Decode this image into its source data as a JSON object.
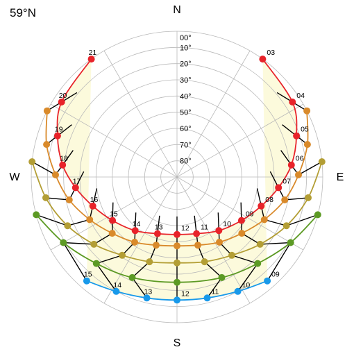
{
  "latitude_label": "59°N",
  "compass": {
    "north": "N",
    "east": "E",
    "south": "S",
    "west": "W"
  },
  "altitude_labels": [
    "00°",
    "10°",
    "20°",
    "30°",
    "40°",
    "50°",
    "60°",
    "70°",
    "80°"
  ],
  "colors": {
    "band_fill": "#fcfadc",
    "grid": "#b9b9b9",
    "hour_line": "#000000",
    "june": "#e8232a",
    "may_july": "#d98a2b",
    "apr_aug": "#b39e35",
    "mar_sep": "#5c9a24",
    "feb_oct": "#1899ea"
  },
  "chart_data": {
    "type": "polar-sunpath",
    "title": "59°N",
    "radial_axis": "altitude (00° at rim, 90° at centre)",
    "angular_axis": "azimuth (N top, E right, S bottom, W left)",
    "paths": [
      {
        "color": "#e8232a",
        "hour_labels": true,
        "points": [
          {
            "hour": "03",
            "az": 36,
            "alt": 0
          },
          {
            "hour": "04",
            "az": 57,
            "alt": 5
          },
          {
            "hour": "05",
            "az": 71,
            "alt": 12
          },
          {
            "hour": "06",
            "az": 84,
            "alt": 19
          },
          {
            "hour": "07",
            "az": 96,
            "alt": 27
          },
          {
            "hour": "08",
            "az": 109,
            "alt": 35
          },
          {
            "hour": "09",
            "az": 124,
            "alt": 42
          },
          {
            "hour": "10",
            "az": 142,
            "alt": 48
          },
          {
            "hour": "11",
            "az": 161,
            "alt": 53
          },
          {
            "hour": "12",
            "az": 180,
            "alt": 54.5
          },
          {
            "hour": "13",
            "az": 199,
            "alt": 53
          },
          {
            "hour": "14",
            "az": 218,
            "alt": 48
          },
          {
            "hour": "15",
            "az": 236,
            "alt": 42
          },
          {
            "hour": "16",
            "az": 251,
            "alt": 35
          },
          {
            "hour": "17",
            "az": 264,
            "alt": 27
          },
          {
            "hour": "18",
            "az": 276,
            "alt": 19
          },
          {
            "hour": "19",
            "az": 289,
            "alt": 12
          },
          {
            "hour": "20",
            "az": 303,
            "alt": 5
          },
          {
            "hour": "21",
            "az": 324,
            "alt": 0
          }
        ]
      },
      {
        "color": "#d98a2b",
        "hour_labels": false,
        "points": [
          {
            "az": 63,
            "alt": 0
          },
          {
            "az": 76,
            "alt": 7
          },
          {
            "az": 89,
            "alt": 15
          },
          {
            "az": 102,
            "alt": 22
          },
          {
            "az": 116,
            "alt": 30
          },
          {
            "az": 131,
            "alt": 37
          },
          {
            "az": 147,
            "alt": 42
          },
          {
            "az": 163,
            "alt": 46
          },
          {
            "az": 180,
            "alt": 47.5
          },
          {
            "az": 197,
            "alt": 46
          },
          {
            "az": 213,
            "alt": 42
          },
          {
            "az": 229,
            "alt": 37
          },
          {
            "az": 244,
            "alt": 30
          },
          {
            "az": 258,
            "alt": 22
          },
          {
            "az": 271,
            "alt": 15
          },
          {
            "az": 284,
            "alt": 7
          },
          {
            "az": 297,
            "alt": 0
          }
        ]
      },
      {
        "color": "#b39e35",
        "hour_labels": false,
        "points": [
          {
            "az": 84,
            "alt": 0
          },
          {
            "az": 99,
            "alt": 8
          },
          {
            "az": 114,
            "alt": 16
          },
          {
            "az": 129,
            "alt": 24
          },
          {
            "az": 145,
            "alt": 31
          },
          {
            "az": 162,
            "alt": 35
          },
          {
            "az": 180,
            "alt": 37
          },
          {
            "az": 198,
            "alt": 35
          },
          {
            "az": 215,
            "alt": 31
          },
          {
            "az": 231,
            "alt": 24
          },
          {
            "az": 246,
            "alt": 16
          },
          {
            "az": 261,
            "alt": 8
          },
          {
            "az": 276,
            "alt": 0
          }
        ]
      },
      {
        "color": "#5c9a24",
        "hour_labels": false,
        "points": [
          {
            "az": 105,
            "alt": 0
          },
          {
            "az": 120,
            "alt": 9
          },
          {
            "az": 137,
            "alt": 17
          },
          {
            "az": 156,
            "alt": 22
          },
          {
            "az": 180,
            "alt": 25
          },
          {
            "az": 204,
            "alt": 22
          },
          {
            "az": 223,
            "alt": 17
          },
          {
            "az": 240,
            "alt": 9
          },
          {
            "az": 255,
            "alt": 0
          }
        ]
      },
      {
        "color": "#1899ea",
        "hour_labels": true,
        "points": [
          {
            "hour": "09",
            "az": 139,
            "alt": 5
          },
          {
            "hour": "10",
            "az": 152,
            "alt": 10
          },
          {
            "hour": "11",
            "az": 166,
            "alt": 13
          },
          {
            "hour": "12",
            "az": 180,
            "alt": 14
          },
          {
            "hour": "13",
            "az": 194,
            "alt": 13
          },
          {
            "hour": "14",
            "az": 208,
            "alt": 10
          },
          {
            "hour": "15",
            "az": 221,
            "alt": 5
          }
        ]
      }
    ]
  }
}
